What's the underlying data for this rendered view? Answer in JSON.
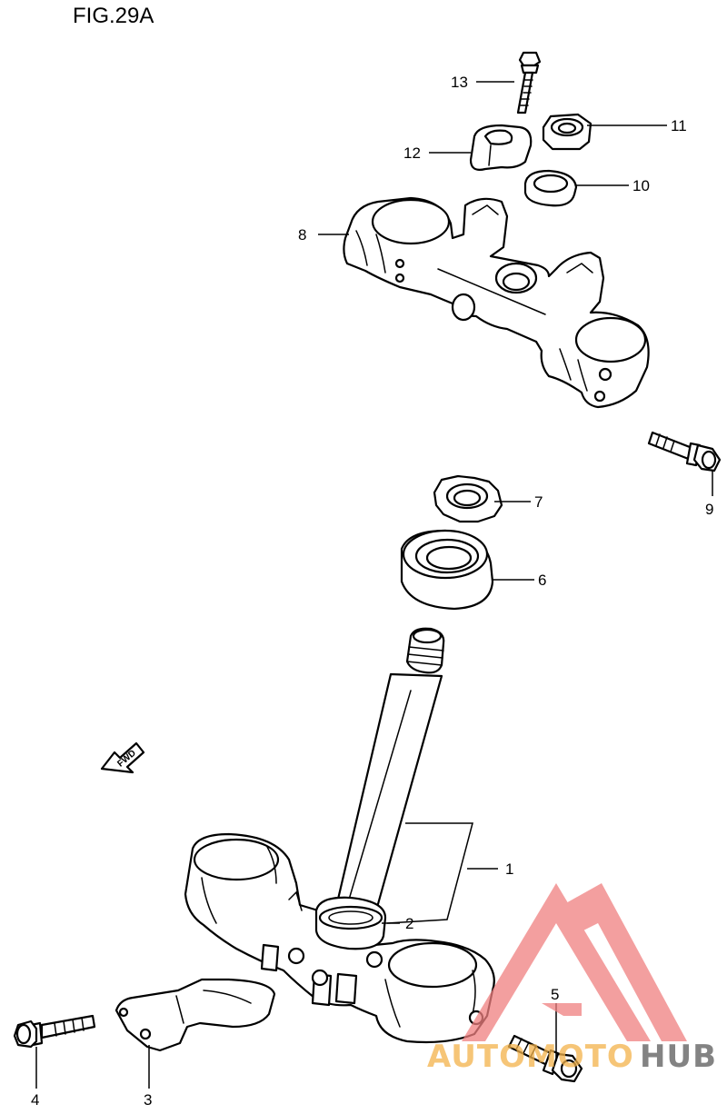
{
  "figure": {
    "title": "FIG.29A"
  },
  "callouts": [
    {
      "id": "1",
      "label": "1"
    },
    {
      "id": "2",
      "label": "2"
    },
    {
      "id": "3",
      "label": "3"
    },
    {
      "id": "4",
      "label": "4"
    },
    {
      "id": "5",
      "label": "5"
    },
    {
      "id": "6",
      "label": "6"
    },
    {
      "id": "7",
      "label": "7"
    },
    {
      "id": "8",
      "label": "8"
    },
    {
      "id": "9",
      "label": "9"
    },
    {
      "id": "10",
      "label": "10"
    },
    {
      "id": "11",
      "label": "11"
    },
    {
      "id": "12",
      "label": "12"
    },
    {
      "id": "13",
      "label": "13"
    }
  ],
  "direction_arrow": {
    "label": "FWD"
  },
  "watermark": {
    "part1": "AUTOMOTO",
    "part2": "HUB",
    "color_primary": "#f3b24a",
    "color_secondary": "#5a5a5a",
    "logo_color": "#f08080"
  }
}
